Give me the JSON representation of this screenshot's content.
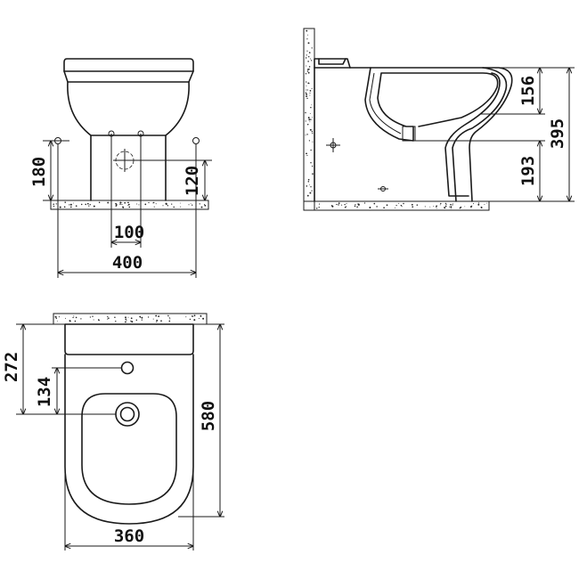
{
  "dimensions": {
    "front_height_total": "180",
    "front_outlet_height": "120",
    "front_outlet_spacing": "100",
    "front_width": "400",
    "side_upper": "156",
    "side_total": "395",
    "side_outlet": "193",
    "top_rear_offset": "272",
    "top_tap_offset": "134",
    "top_length": "580",
    "top_width": "360"
  },
  "colors": {
    "ink": "#1a1a1a",
    "background": "#ffffff"
  }
}
